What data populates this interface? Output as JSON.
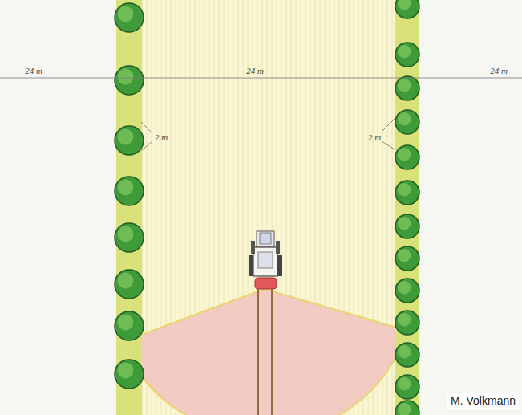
{
  "diagram": {
    "labels": [
      "24 m",
      "24 m",
      "24 m",
      "2 m",
      "2 m",
      "M. Volkmann"
    ]
  }
}
